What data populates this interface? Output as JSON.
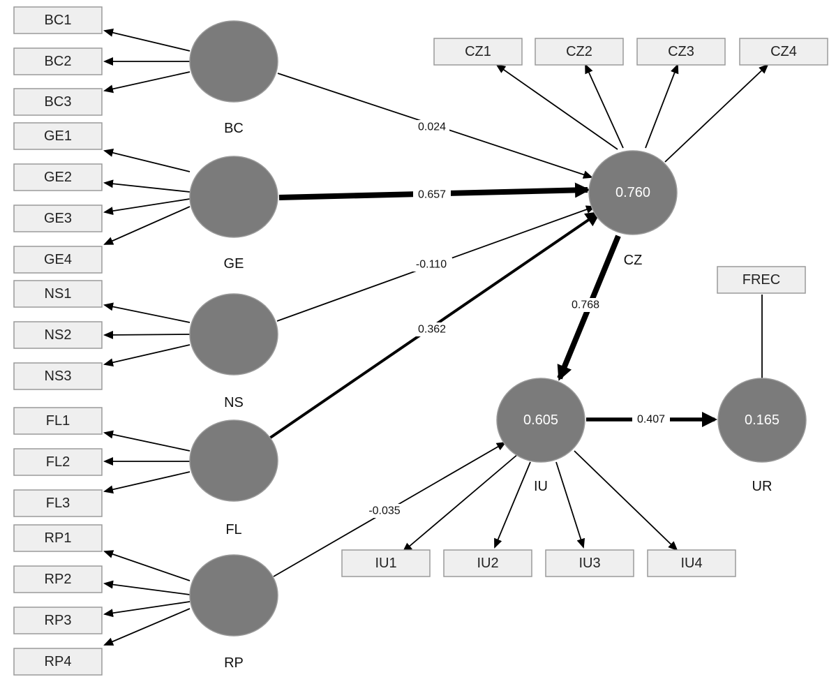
{
  "indicators": {
    "BC1": "BC1",
    "BC2": "BC2",
    "BC3": "BC3",
    "GE1": "GE1",
    "GE2": "GE2",
    "GE3": "GE3",
    "GE4": "GE4",
    "NS1": "NS1",
    "NS2": "NS2",
    "NS3": "NS3",
    "FL1": "FL1",
    "FL2": "FL2",
    "FL3": "FL3",
    "RP1": "RP1",
    "RP2": "RP2",
    "RP3": "RP3",
    "RP4": "RP4",
    "CZ1": "CZ1",
    "CZ2": "CZ2",
    "CZ3": "CZ3",
    "CZ4": "CZ4",
    "IU1": "IU1",
    "IU2": "IU2",
    "IU3": "IU3",
    "IU4": "IU4",
    "FREC": "FREC"
  },
  "constructs": {
    "BC": {
      "name": "BC",
      "r2": ""
    },
    "GE": {
      "name": "GE",
      "r2": ""
    },
    "NS": {
      "name": "NS",
      "r2": ""
    },
    "FL": {
      "name": "FL",
      "r2": ""
    },
    "RP": {
      "name": "RP",
      "r2": ""
    },
    "CZ": {
      "name": "CZ",
      "r2": "0.760"
    },
    "IU": {
      "name": "IU",
      "r2": "0.605"
    },
    "UR": {
      "name": "UR",
      "r2": "0.165"
    }
  },
  "paths": {
    "BC_CZ": "0.024",
    "GE_CZ": "0.657",
    "NS_CZ": "-0.110",
    "FL_CZ": "0.362",
    "CZ_IU": "0.768",
    "RP_IU": "-0.035",
    "IU_UR": "0.407"
  },
  "colors": {
    "construct_fill": "#7b7b7b",
    "indicator_fill": "#efefef",
    "indicator_border": "#9a9a9a",
    "edge": "#000000"
  }
}
